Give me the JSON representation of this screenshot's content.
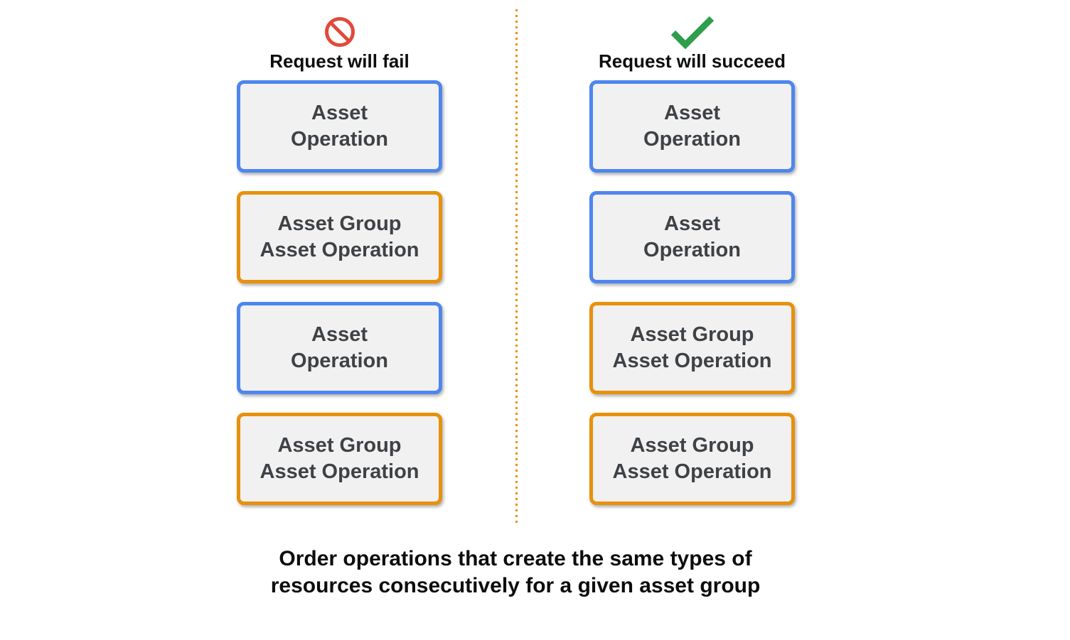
{
  "colors": {
    "blue_border": "#4d86ee",
    "orange_border": "#e8910c",
    "box_fill": "#f1f1f2",
    "box_text": "#3f4245",
    "fail_icon_red": "#e04a3c",
    "success_icon_green": "#2f9e4c",
    "divider_orange": "#e8910c",
    "heading_text": "#0c0d0e"
  },
  "fail_column": {
    "title": "Request will fail",
    "icon": "prohibited-icon",
    "boxes": [
      {
        "line1": "Asset",
        "line2": "Operation",
        "border": "blue"
      },
      {
        "line1": "Asset Group",
        "line2": "Asset Operation",
        "border": "orange"
      },
      {
        "line1": "Asset",
        "line2": "Operation",
        "border": "blue"
      },
      {
        "line1": "Asset Group",
        "line2": "Asset Operation",
        "border": "orange"
      }
    ]
  },
  "succeed_column": {
    "title": "Request will succeed",
    "icon": "checkmark-icon",
    "boxes": [
      {
        "line1": "Asset",
        "line2": "Operation",
        "border": "blue"
      },
      {
        "line1": "Asset",
        "line2": "Operation",
        "border": "blue"
      },
      {
        "line1": "Asset Group",
        "line2": "Asset Operation",
        "border": "orange"
      },
      {
        "line1": "Asset Group",
        "line2": "Asset Operation",
        "border": "orange"
      }
    ]
  },
  "caption": {
    "line1": "Order operations that create the same types of",
    "line2": "resources consecutively for a given asset group"
  }
}
